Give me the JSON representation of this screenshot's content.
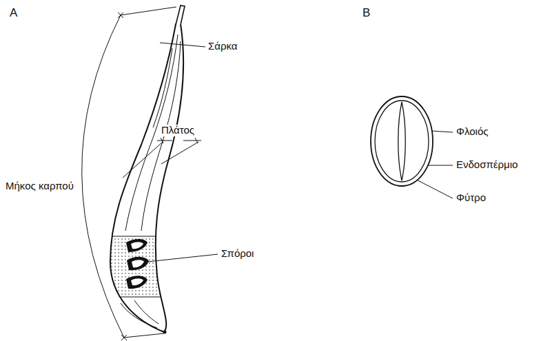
{
  "diagram": {
    "labels": [
      "A",
      "Σάρκα",
      "Πλάτος",
      "Μήκος καρπού",
      "Σπόροι",
      "B",
      "Φλοιός",
      "Ενδοσπέρμιο",
      "Φύτρο"
    ]
  }
}
